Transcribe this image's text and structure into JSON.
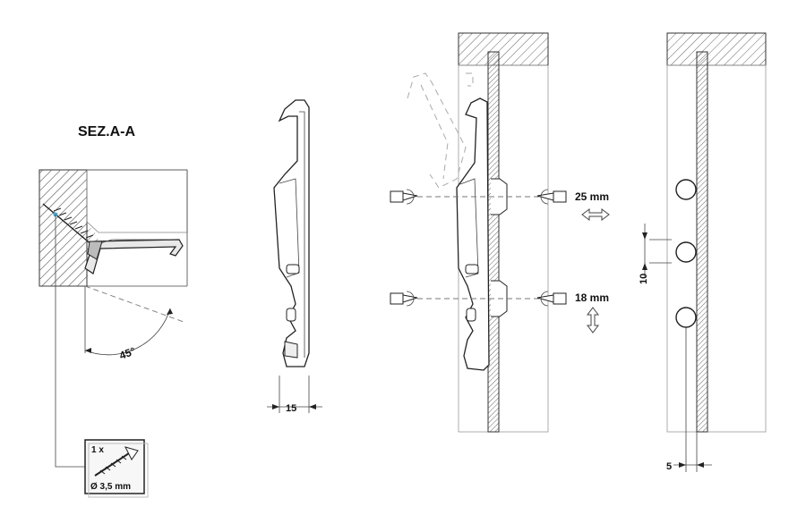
{
  "section_title": "SEZ.A-A",
  "angle_label": "45°",
  "screw_box": {
    "quantity": "1 x",
    "diameter": "Ø 3,5 mm"
  },
  "dimensions": {
    "width": "15",
    "horizontal_adjust": "25 mm",
    "vertical_adjust": "18 mm",
    "hole_pitch": "10",
    "edge_offset": "5"
  }
}
